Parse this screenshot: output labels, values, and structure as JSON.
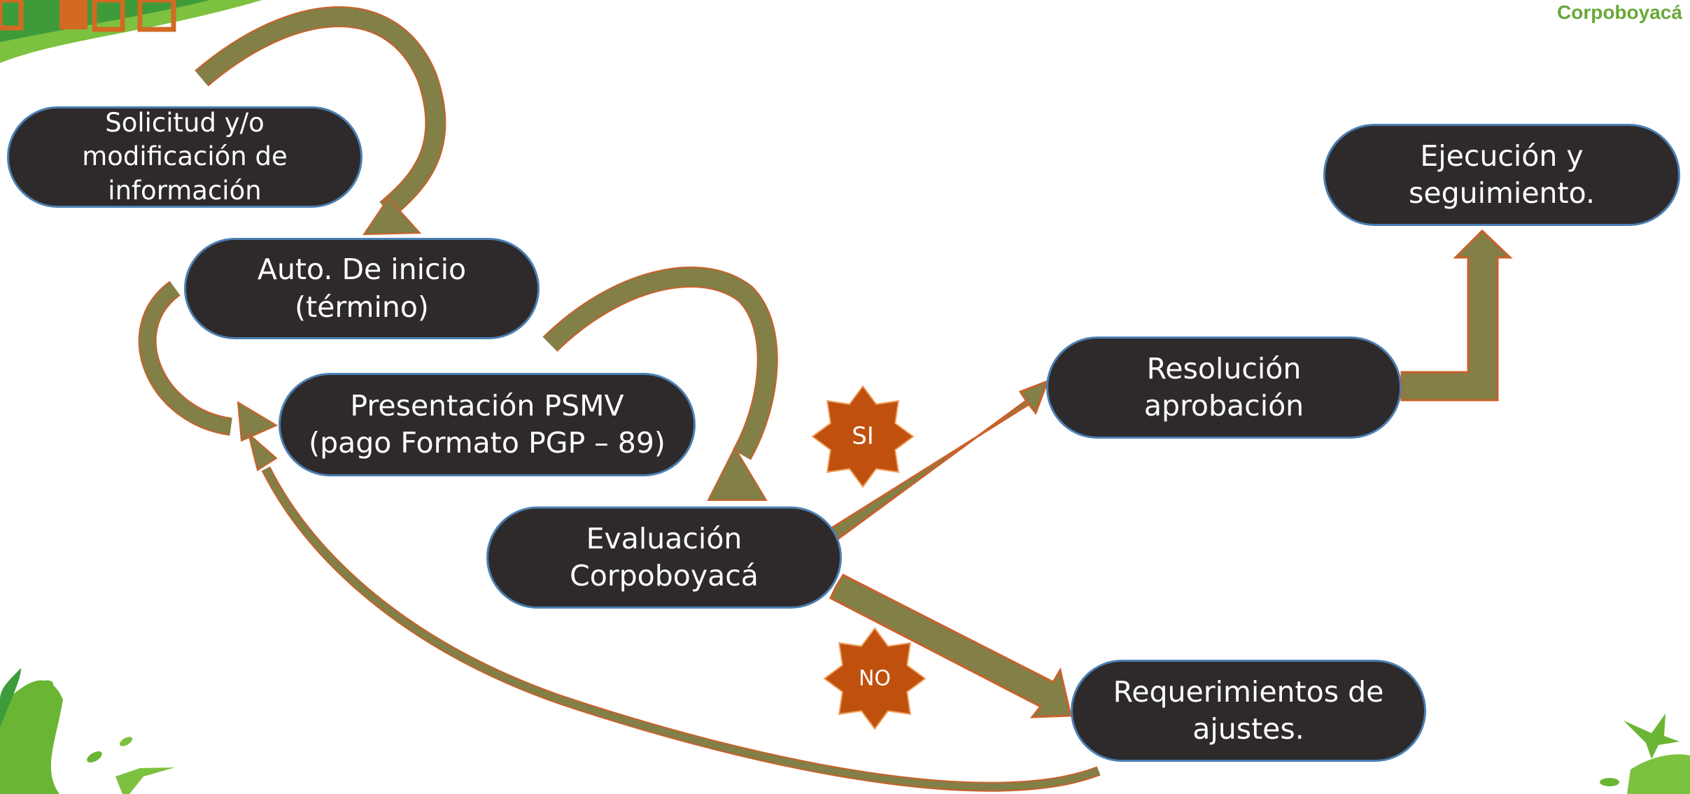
{
  "brand": {
    "text": "Corpoboyacá"
  },
  "nodes": {
    "solicitud": "Solicitud y/o\nmodificación de\ninformación",
    "auto_inicio": "Auto. De inicio\n(término)",
    "presentacion": "Presentación PSMV\n(pago Formato PGP – 89)",
    "evaluacion": "Evaluación\nCorpoboyacá",
    "resolucion": "Resolución\naprobación",
    "ejecucion": "Ejecución y\nseguimiento.",
    "requerimientos": "Requerimientos de\najustes."
  },
  "badges": {
    "si": "SI",
    "no": "NO"
  },
  "colors": {
    "node_fill": "#2e2a2b",
    "node_border": "#4a7fb3",
    "arrow_fill": "#827f47",
    "arrow_outline": "#c9612b",
    "badge_fill": "#c0500e",
    "brand_green": "#6aa83a"
  },
  "decorations": [
    "leaf-decoration-top-left",
    "leaf-decoration-bottom-left",
    "leaf-decoration-bottom-right"
  ]
}
